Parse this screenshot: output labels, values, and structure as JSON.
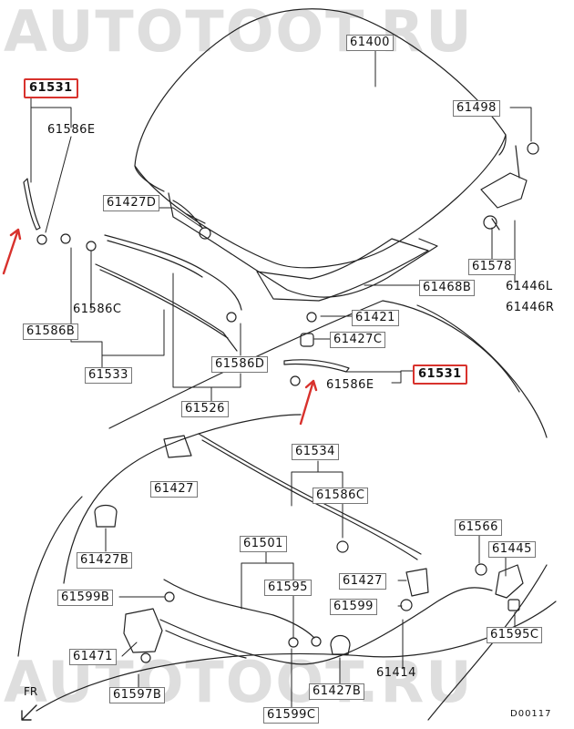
{
  "watermark": {
    "top": "AUTOTOOT.RU",
    "bottom": "AUTOTOOT.RU"
  },
  "figure_code": "D00117",
  "direction_label": "FR",
  "accent_color": "#d8322d",
  "parts": {
    "p61400": "61400",
    "p61498": "61498",
    "p61531_left": "61531",
    "p61586E_left": "61586E",
    "p61427D": "61427D",
    "p61578": "61578",
    "p61446L": "61446L",
    "p61446R": "61446R",
    "p61468B": "61468B",
    "p61586C_top": "61586C",
    "p61586B": "61586B",
    "p61421": "61421",
    "p61427C": "61427C",
    "p61586D": "61586D",
    "p61531_right": "61531",
    "p61586E_right": "61586E",
    "p61533": "61533",
    "p61526": "61526",
    "p61534": "61534",
    "p61427": "61427",
    "p61586C_mid": "61586C",
    "p61427B_left": "61427B",
    "p61566": "61566",
    "p61501": "61501",
    "p61445": "61445",
    "p61595": "61595",
    "p61427_right": "61427",
    "p61599B": "61599B",
    "p61599": "61599",
    "p61595C": "61595C",
    "p61471": "61471",
    "p61414": "61414",
    "p61597B": "61597B",
    "p61427B_bottom": "61427B",
    "p61599C": "61599C"
  }
}
